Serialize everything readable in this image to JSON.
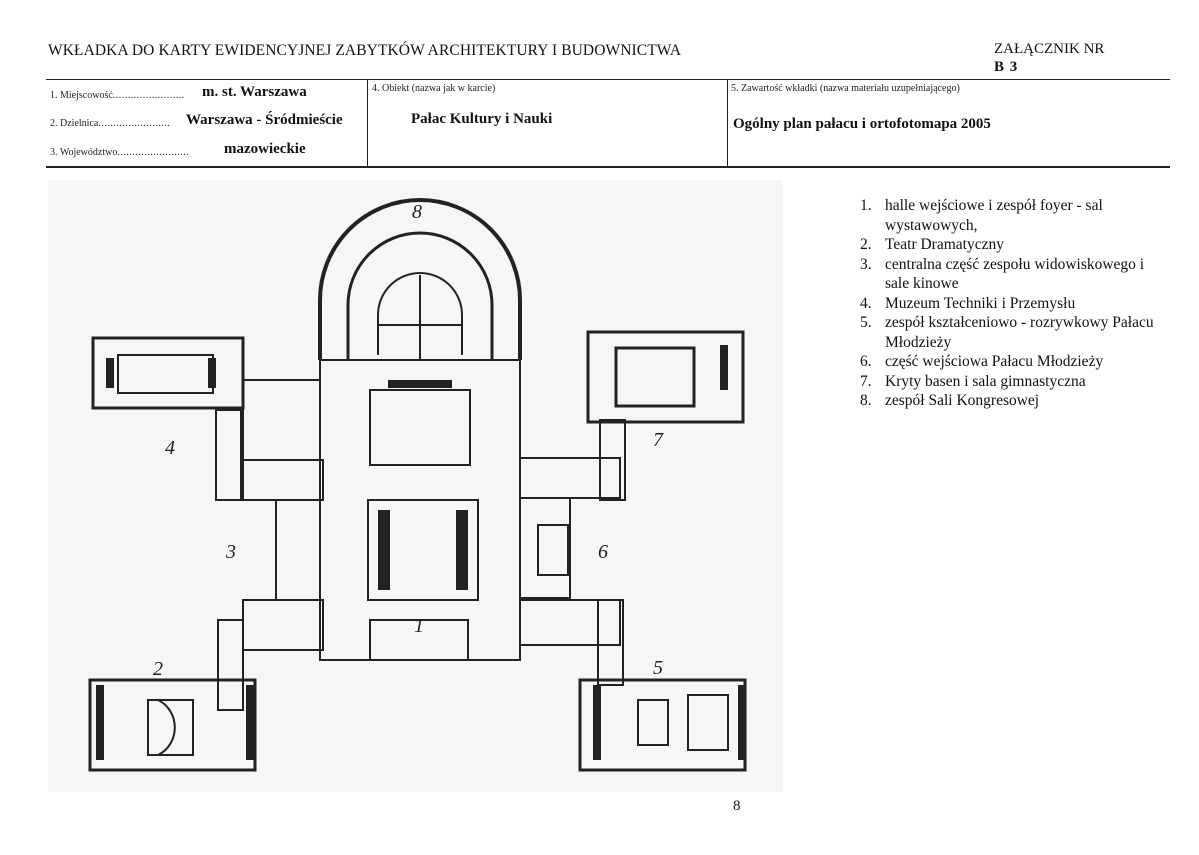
{
  "header": {
    "title": "WKŁADKA DO KARTY EWIDENCYJNEJ ZABYTKÓW ARCHITEKTURY I BUDOWNICTWA",
    "annex_label": "ZAŁĄCZNIK NR",
    "annex_number": "B 3"
  },
  "fields": {
    "locality_label": "1. Miejscowość",
    "locality_value": "m. st. Warszawa",
    "district_label": "2. Dzielnica",
    "district_value": "Warszawa - Śródmieście",
    "voivodeship_label": "3. Województwo",
    "voivodeship_value": "mazowieckie",
    "object_label": "4. Obiekt (nazwa jak w karcie)",
    "object_value": "Pałac Kultury i Nauki",
    "content_label": "5. Zawartość wkładki (nazwa materiału uzupełniającego)",
    "content_value": "Ogólny plan pałacu i ortofotomapa 2005",
    "leader_dots": "........................"
  },
  "plan": {
    "labels": [
      "1",
      "2",
      "3",
      "4",
      "5",
      "6",
      "7",
      "8"
    ]
  },
  "legend": [
    {
      "n": "1.",
      "text": "halle wejściowe i zespół foyer - sal wystawowych,"
    },
    {
      "n": "2.",
      "text": "Teatr Dramatyczny"
    },
    {
      "n": "3.",
      "text": "centralna część zespołu widowiskowego i sale kinowe"
    },
    {
      "n": "4.",
      "text": "Muzeum Techniki i Przemysłu"
    },
    {
      "n": "5.",
      "text": "zespół kształceniowo - rozrywkowy Pałacu Młodzieży"
    },
    {
      "n": "6.",
      "text": "część wejściowa Pałacu Młodzieży"
    },
    {
      "n": "7.",
      "text": "Kryty basen i sala gimnastyczna"
    },
    {
      "n": "8.",
      "text": "zespół Sali Kongresowej"
    }
  ],
  "page_number": "8"
}
